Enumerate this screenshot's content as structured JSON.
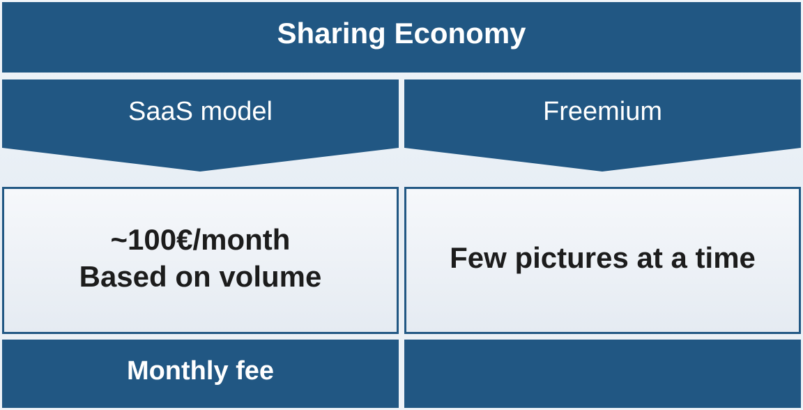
{
  "title": "Sharing Economy",
  "columns": [
    {
      "header": "SaaS model",
      "detail_lines": [
        "~100€/month",
        "Based on volume"
      ],
      "footer": "Monthly fee"
    },
    {
      "header": "Freemium",
      "detail_lines": [
        "Few pictures at a time"
      ],
      "footer": ""
    }
  ],
  "colors": {
    "primary": "#215783",
    "light_fill": "#eef2f7",
    "text_light": "#ffffff",
    "text_dark": "#1c1c1c"
  }
}
